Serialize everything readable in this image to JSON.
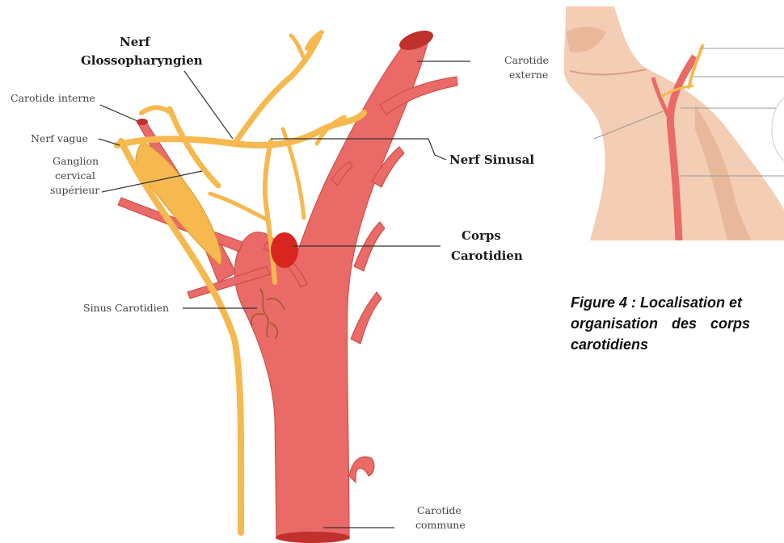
{
  "labels": {
    "nerf_glosso_line1": "Nerf",
    "nerf_glosso_line2": "Glossopharyngien",
    "carotide_interne": "Carotide interne",
    "nerf_vague": "Nerf vague",
    "ganglion_line1": "Ganglion",
    "ganglion_line2": "cervical",
    "ganglion_line3": "supérieur",
    "carotide_externe_line1": "Carotide",
    "carotide_externe_line2": "externe",
    "nerf_sinusal": "Nerf Sinusal",
    "corps_line1": "Corps",
    "corps_line2": "Carotidien",
    "sinus_carotidien": "Sinus Carotidien",
    "carotide_commune_line1": "Carotide",
    "carotide_commune_line2": "commune"
  },
  "caption": {
    "line1": "Figure 4 : Localisation et",
    "line2": "organisation des corps",
    "line3": "carotidiens"
  },
  "colors": {
    "artery": "#e96a66",
    "artery_dark": "#c94744",
    "nerve": "#f5b94f",
    "nerve_dark": "#d99a2c",
    "body": "#d8261f",
    "skin": "#f3cdb4"
  }
}
